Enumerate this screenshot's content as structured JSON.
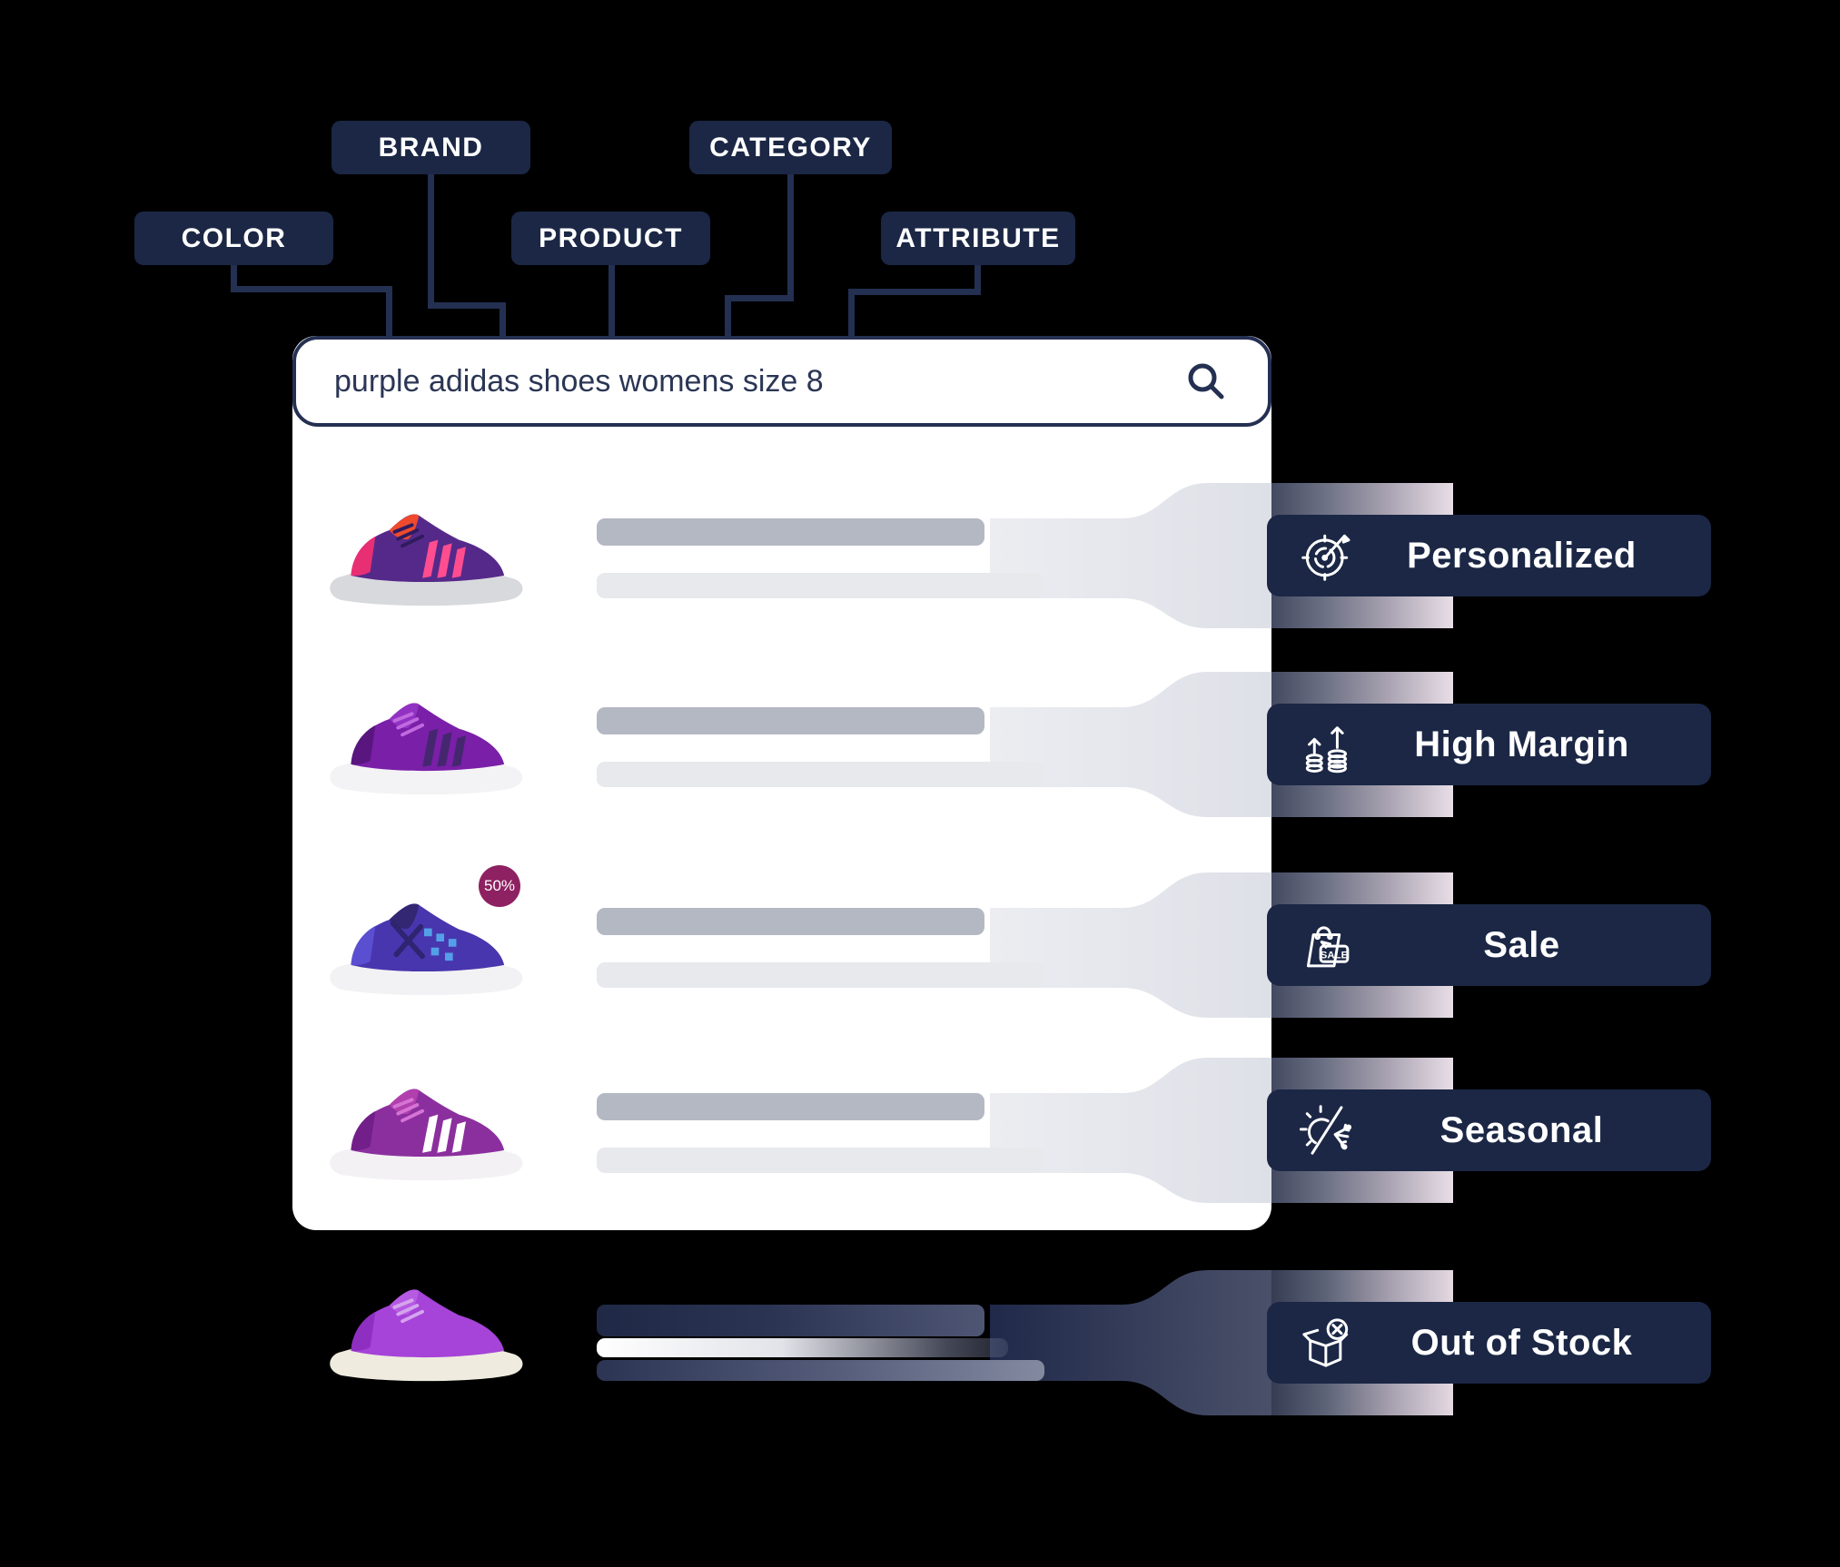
{
  "palette": {
    "navy": "#1b2745",
    "line": "#243052",
    "bar_dark": "#b4b8c3",
    "bar_light": "#e7e9ed",
    "band_from": "#434960",
    "band_to": "#e9dee7",
    "sale_circle": "#8e2161",
    "panel": "#ffffff",
    "background": "#000000"
  },
  "tags": {
    "color": {
      "label": "COLOR"
    },
    "brand": {
      "label": "BRAND"
    },
    "product": {
      "label": "PRODUCT"
    },
    "category": {
      "label": "CATEGORY"
    },
    "attribute": {
      "label": "ATTRIBUTE"
    }
  },
  "search": {
    "query": "purple adidas shoes womens size 8",
    "icon": "search-icon"
  },
  "results": {
    "discount_badge": "50%",
    "rows": [
      {
        "shoe": "purple-red-adidas-trainer",
        "badge": "Personalized"
      },
      {
        "shoe": "purple-adidas-runner",
        "badge": "High Margin"
      },
      {
        "shoe": "purple-blue-checker-slip-on",
        "badge": "Sale"
      },
      {
        "shoe": "purple-pink-speckled-runner",
        "badge": "Seasonal"
      },
      {
        "shoe": "bright-purple-knit-sneaker",
        "badge": "Out of Stock"
      }
    ]
  },
  "badges": [
    {
      "label": "Personalized",
      "icon": "target-dart-icon"
    },
    {
      "label": "High Margin",
      "icon": "coins-up-arrow-icon"
    },
    {
      "label": "Sale",
      "icon": "sale-bag-icon"
    },
    {
      "label": "Seasonal",
      "icon": "sun-snowflake-icon"
    },
    {
      "label": "Out of Stock",
      "icon": "box-x-icon"
    }
  ]
}
